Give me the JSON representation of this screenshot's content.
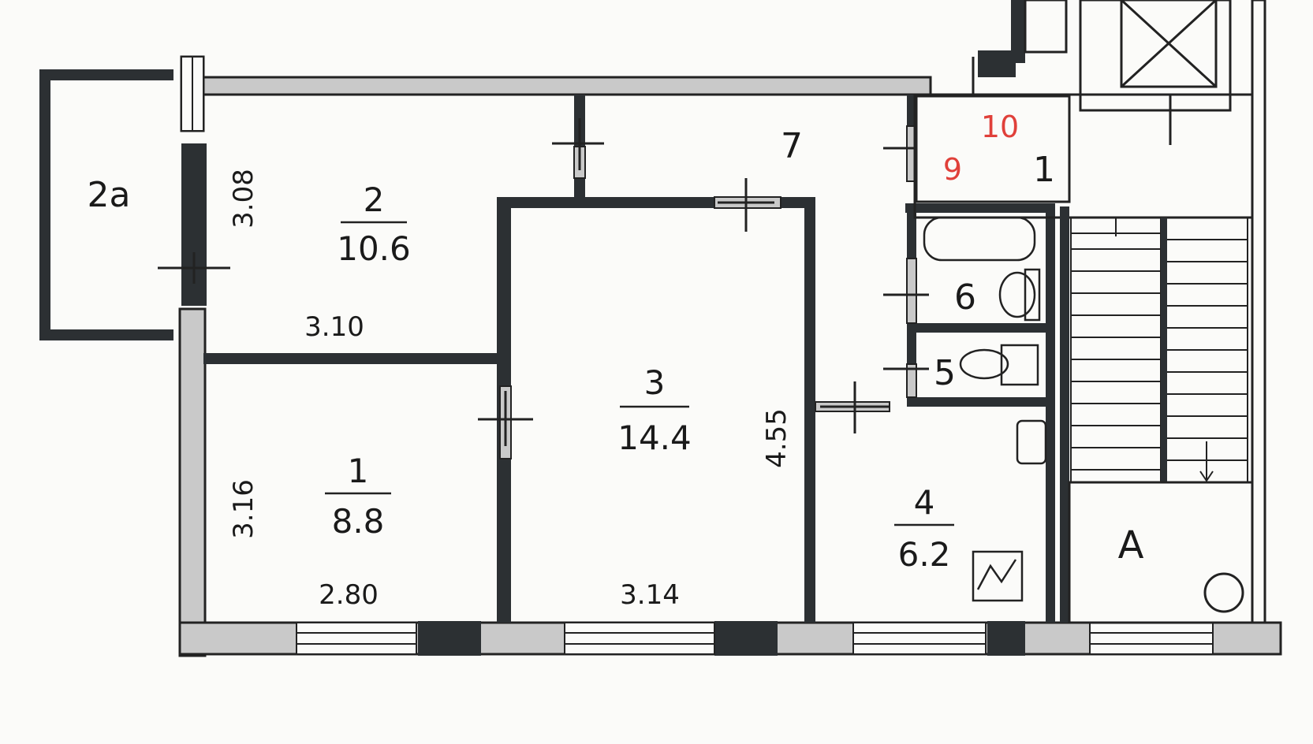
{
  "rooms": {
    "balcony": {
      "number": "2a"
    },
    "room1": {
      "number": "1",
      "area": "8.8",
      "height_dim": "3.16",
      "width_dim": "2.80"
    },
    "room2": {
      "number": "2",
      "area": "10.6",
      "height_dim": "3.08",
      "width_dim": "3.10"
    },
    "room3": {
      "number": "3",
      "area": "14.4",
      "height_dim": "4.55",
      "width_dim": "3.14"
    },
    "room4": {
      "number": "4",
      "area": "6.2"
    },
    "room5": {
      "number": "5"
    },
    "room6": {
      "number": "6"
    },
    "room7": {
      "number": "7"
    },
    "room9": {
      "number": "9"
    },
    "room10": {
      "number": "10"
    },
    "stair_hall": {
      "number": "1"
    },
    "zone_a": {
      "label": "A"
    }
  },
  "colors": {
    "wall_dark": "#2c3033",
    "wall_light": "#c9c9c9",
    "stroke": "#222222",
    "accent_red": "#e0403a",
    "background": "#fbfbf9"
  }
}
